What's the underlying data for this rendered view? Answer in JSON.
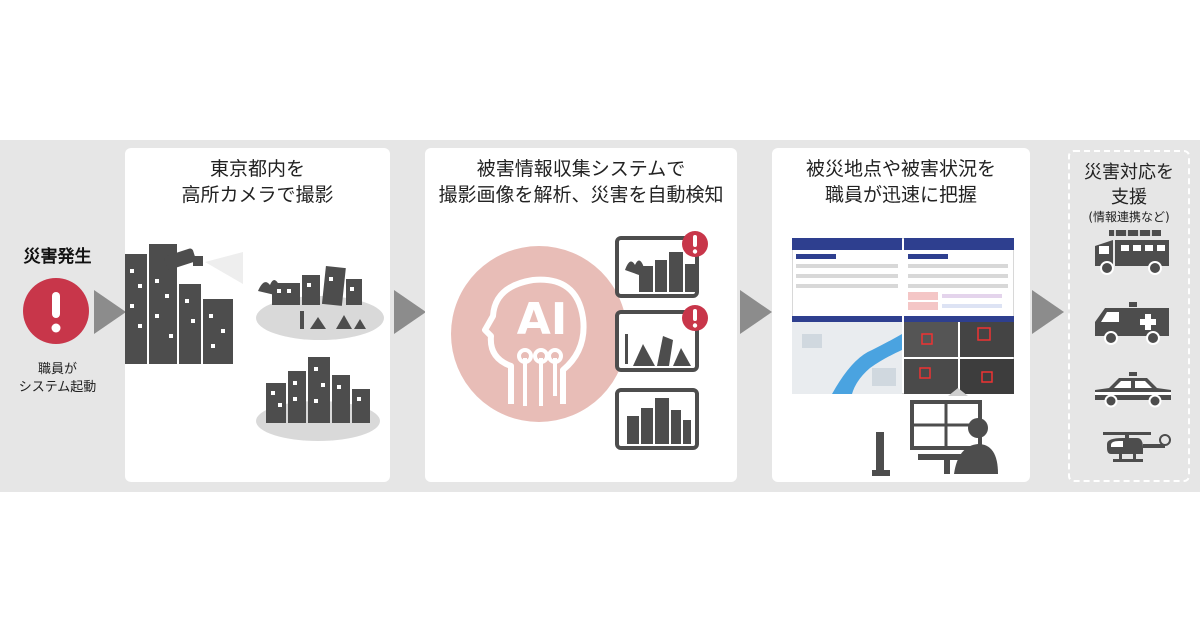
{
  "start": {
    "heading": "災害発生",
    "caption_line1": "職員が",
    "caption_line2": "システム起動",
    "alert_symbol": "!"
  },
  "steps": [
    {
      "title_line1": "東京都内を",
      "title_line2": "高所カメラで撮影"
    },
    {
      "title_line1": "被害情報収集システムで",
      "title_line2": "撮影画像を解析、災害を自動検知",
      "ai_label": "AI"
    },
    {
      "title_line1": "被災地点や被害状況を",
      "title_line2": "職員が迅速に把握"
    }
  ],
  "support": {
    "title_line1": "災害対応を",
    "title_line2": "支援",
    "subtitle": "(情報連携など)",
    "icons": [
      "fire-truck-icon",
      "ambulance-icon",
      "police-car-icon",
      "helicopter-icon"
    ]
  },
  "colors": {
    "alert_red": "#c8364a",
    "dark_gray": "#4d4d4d",
    "arrow_gray": "#8c8c8c",
    "ai_circle": "#e8bdb7",
    "band": "#e6e6e6"
  }
}
